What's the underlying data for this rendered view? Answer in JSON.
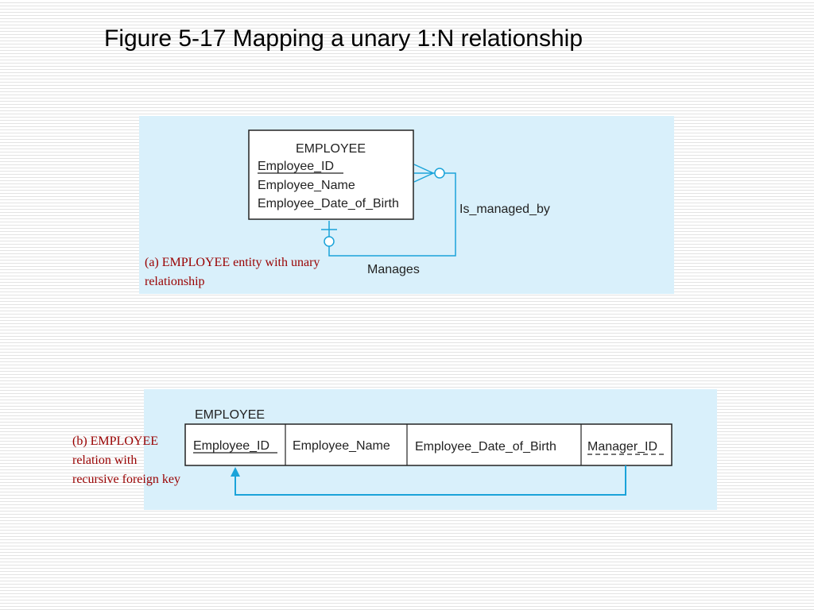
{
  "title": "Figure 5-17 Mapping a unary 1:N relationship",
  "panel_a": {
    "caption": "(a) EMPLOYEE entity with unary relationship",
    "entity": {
      "name": "EMPLOYEE",
      "attributes": [
        "Employee_ID",
        "Employee_Name",
        "Employee_Date_of_Birth"
      ]
    },
    "relationship_labels": {
      "is_managed_by": "Is_managed_by",
      "manages": "Manages"
    }
  },
  "panel_b": {
    "caption": "(b) EMPLOYEE relation with recursive foreign key",
    "relation_name": "EMPLOYEE",
    "columns": [
      "Employee_ID",
      "Employee_Name",
      "Employee_Date_of_Birth",
      "Manager_ID"
    ]
  },
  "colors": {
    "panel_background": "#d9f0fb",
    "connector": "#1aa3d9",
    "caption": "#990000"
  }
}
